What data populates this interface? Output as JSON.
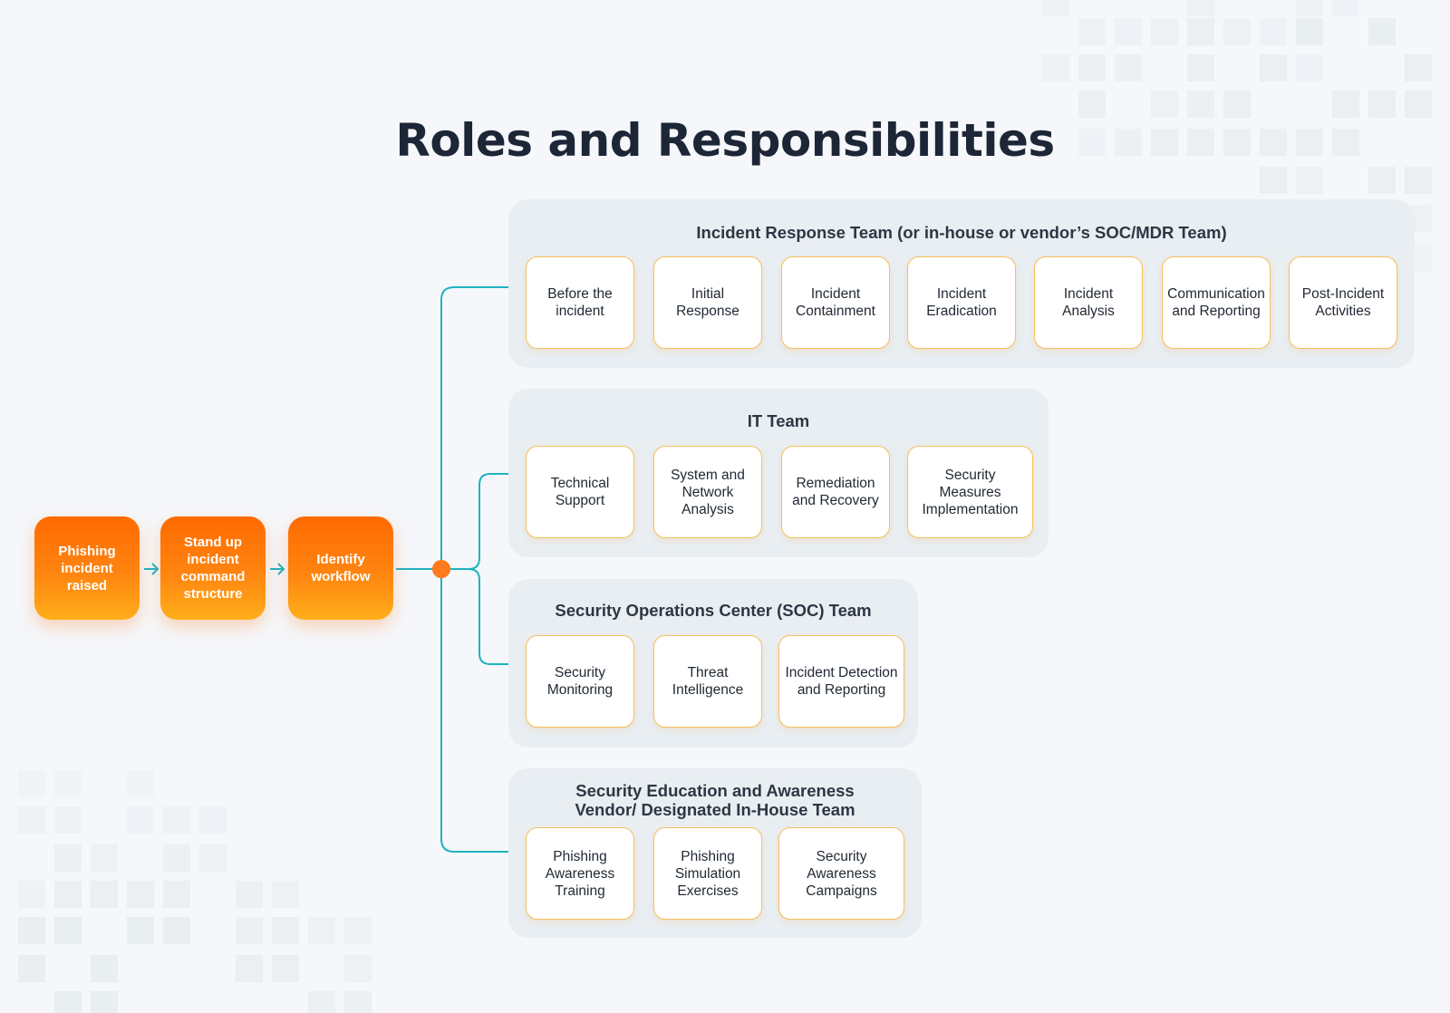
{
  "title": "Roles and Responsibilities",
  "colors": {
    "step_gradient_top": "#ff6a00",
    "step_gradient_bottom": "#ffae1a",
    "connector": "#1fb3bf",
    "junction": "#ff7a1a",
    "card_border": "#f6bf5c",
    "panel_bg": "#e9eef2",
    "title": "#1c2636"
  },
  "workflow": {
    "steps": [
      {
        "label": "Phishing incident raised"
      },
      {
        "label": "Stand up incident command structure"
      },
      {
        "label": "Identify workflow"
      }
    ],
    "arrow_icon": "arrow-right-icon"
  },
  "teams": [
    {
      "title": "Incident Response Team (or in-house or vendor’s SOC/MDR Team)",
      "roles": [
        "Before the incident",
        "Initial Response",
        "Incident Containment",
        "Incident Eradication",
        "Incident Analysis",
        "Communication and Reporting",
        "Post-Incident Activities"
      ]
    },
    {
      "title": "IT Team",
      "roles": [
        "Technical Support",
        "System and Network Analysis",
        "Remediation and Recovery",
        "Security Measures Implementation"
      ]
    },
    {
      "title": "Security Operations Center (SOC) Team",
      "roles": [
        "Security Monitoring",
        "Threat Intelligence",
        "Incident Detection and Reporting"
      ]
    },
    {
      "title": "Security Education and Awareness Vendor/ Designated In-House Team",
      "roles": [
        "Phishing Awareness Training",
        "Phishing Simulation Exercises",
        "Security Awareness Campaigns"
      ]
    }
  ]
}
